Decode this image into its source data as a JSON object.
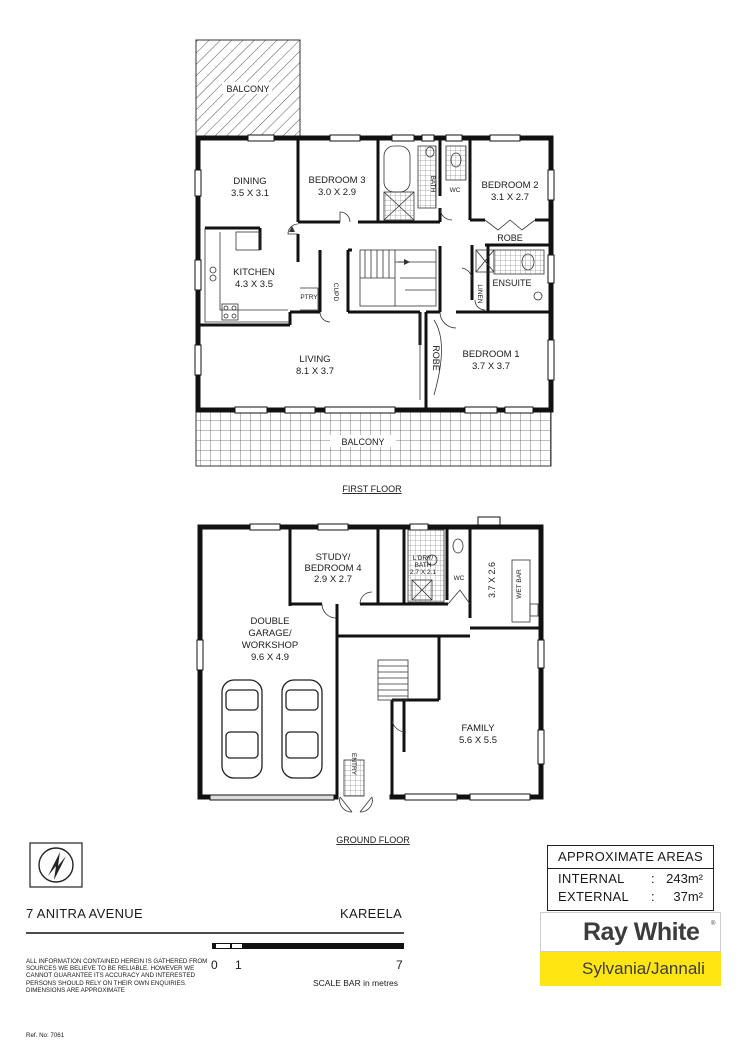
{
  "first_floor": {
    "title": "FIRST FLOOR",
    "rooms": [
      {
        "name": "DINING",
        "size": "3.5 X 3.1"
      },
      {
        "name": "BEDROOM 3",
        "size": "3.0 X 2.9"
      },
      {
        "name": "BEDROOM 2",
        "size": "3.1 X 2.7"
      },
      {
        "name": "KITCHEN",
        "size": "4.3 X 3.5"
      },
      {
        "name": "LIVING",
        "size": "8.1 X 3.7"
      },
      {
        "name": "BEDROOM 1",
        "size": "3.7 X 3.7"
      }
    ],
    "labels": {
      "balcony_top": "BALCONY",
      "balcony_bottom": "BALCONY",
      "bath": "BATH",
      "wc": "WC",
      "robe2": "ROBE",
      "ensuite": "ENSUITE",
      "linen": "LINEN",
      "ptry": "PTRY",
      "cupd": "CUPD",
      "robe1": "ROBE"
    }
  },
  "ground_floor": {
    "title": "GROUND FLOOR",
    "rooms": [
      {
        "name": "STUDY/",
        "name2": "BEDROOM 4",
        "size": "2.9 X 2.7"
      },
      {
        "name": "DOUBLE",
        "name2": "GARAGE/",
        "name3": "WORKSHOP",
        "size": "9.6 X 4.9"
      },
      {
        "name": "FAMILY",
        "size": "5.6 X 5.5"
      }
    ],
    "labels": {
      "ldry1": "L'DRY/",
      "ldry2": "BATH",
      "ldry_size": "2.7 X 2.1",
      "wc": "WC",
      "bar_size": "3.7 X 2.6",
      "wet_bar": "WET BAR",
      "entry": "ENTRY"
    }
  },
  "footer": {
    "address": "7 ANITRA AVENUE",
    "suburb": "KAREELA",
    "disclaimer": "ALL INFORMATION CONTAINED HEREIN IS GATHERED FROM SOURCES WE BELIEVE TO BE RELIABLE. HOWEVER WE CANNOT GUARANTEE ITS ACCURACY AND INTERESTED PERSONS SHOULD RELY ON THEIR OWN ENQUIRIES. DIMENSIONS ARE APPROXIMATE",
    "ref": "Ref. No: 7061",
    "scale_0": "0",
    "scale_1": "1",
    "scale_7": "7",
    "scale_caption": "SCALE BAR in metres"
  },
  "areas": {
    "title": "APPROXIMATE AREAS",
    "internal_label": "INTERNAL",
    "internal_value": "243m²",
    "external_label": "EXTERNAL",
    "external_value": "37m²",
    "colon": ":"
  },
  "brand": {
    "name": "Ray White",
    "tm": "®",
    "office": "Sylvania/Jannali",
    "accent": "#ffe512"
  }
}
